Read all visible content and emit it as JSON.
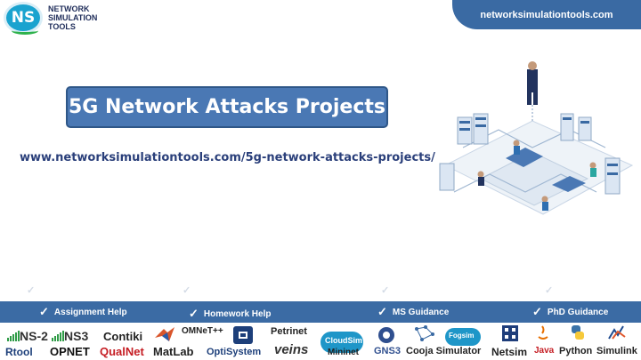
{
  "header": {
    "logo_badge": "NS",
    "logo_lines": [
      "NETWORK",
      "SIMULATION",
      "TOOLS"
    ],
    "site": "networksimulationtools.com"
  },
  "main": {
    "title": "5G Network Attacks Projects",
    "url": "www.networksimulationtools.com/5g-network-attacks-projects/"
  },
  "help_bar": {
    "items": [
      "Assignment Help",
      "Homework Help",
      "MS  Guidance",
      "PhD  Guidance"
    ]
  },
  "tools": [
    "NS-2",
    "NS3",
    "Contiki",
    "OMNeT++",
    "Petrinet",
    "CloudSim",
    "Fogsim",
    "Rtool",
    "OPNET",
    "QualNet",
    "MatLab",
    "OptiSystem",
    "veins",
    "Mininet",
    "GNS3",
    "Cooja Simulator",
    "Netsim",
    "Java",
    "Python",
    "Simulink"
  ],
  "colors": {
    "accent": "#3b6ba4",
    "title_box": "#4a78b4",
    "text_dark": "#1f2d5a"
  }
}
